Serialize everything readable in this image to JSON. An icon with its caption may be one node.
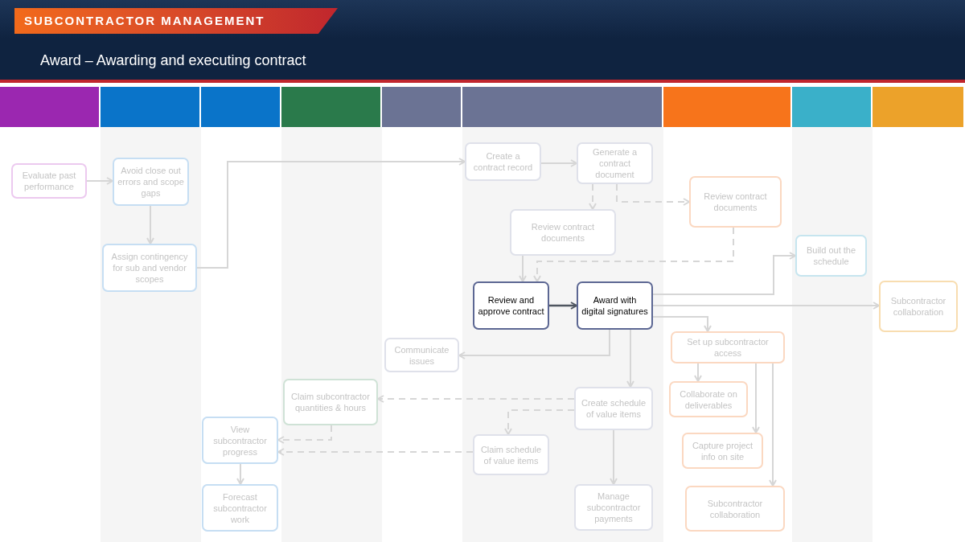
{
  "diagram": {
    "title": "Award – Awarding and executing contract",
    "nodes": [
      {
        "text": [
          "Evaluate past performance"
        ]
      },
      {
        "text": [
          "Avoid close out errors and scope gaps"
        ]
      },
      {
        "text": [
          "Assign contingency for sub and vendor scopes"
        ]
      },
      {
        "text": [
          "Create a contract record"
        ]
      },
      {
        "text": [
          "Generate a contract document"
        ]
      },
      {
        "text": [
          "Review contract documents"
        ]
      },
      {
        "text": [
          "Review contract documents"
        ]
      },
      {
        "text": [
          "Build out the schedule"
        ]
      },
      {
        "text": [
          "Review and approve contract"
        ]
      },
      {
        "text": [
          "Award with digital signatures"
        ]
      },
      {
        "text": [
          "Subcontractor collaboration"
        ]
      },
      {
        "text": [
          "Set up subcontractor access"
        ]
      },
      {
        "text": [
          "Communicate issues"
        ]
      },
      {
        "text": [
          "Collaborate on deliverables"
        ]
      },
      {
        "text": [
          "Claim subcontractor quantities & hours"
        ]
      },
      {
        "text": [
          "Create schedule of value items"
        ]
      },
      {
        "text": [
          "View subcontractor progress"
        ]
      },
      {
        "text": [
          "Claim schedule of value items"
        ]
      },
      {
        "text": [
          "Capture project info on site"
        ]
      },
      {
        "text": [
          "Forecast subcontractor work"
        ]
      },
      {
        "text": [
          "Manage subcontractor payments"
        ]
      },
      {
        "text": [
          "Subcontractor collaboration"
        ]
      }
    ],
    "edges": [
      {
        "from": 0,
        "to": 1,
        "arrow": "to"
      },
      {
        "from": 1,
        "to": 2,
        "arrow": "to"
      },
      {
        "from": 2,
        "to": 3,
        "arrow": "to"
      },
      {
        "from": 3,
        "to": 4,
        "arrow": "to"
      },
      {
        "from": 4,
        "to": 5,
        "arrow": "to",
        "style": "dashed"
      },
      {
        "from": 4,
        "to": 6,
        "arrow": "to",
        "style": "dashed"
      },
      {
        "from": 5,
        "to": 8,
        "arrow": "to"
      },
      {
        "from": 6,
        "to": 8,
        "arrow": "to",
        "style": "dashed"
      },
      {
        "from": 8,
        "to": 9,
        "arrow": "to",
        "color": "#4f5660"
      },
      {
        "from": 9,
        "to": 7,
        "arrow": "to"
      },
      {
        "from": 9,
        "to": 10,
        "arrow": "to"
      },
      {
        "from": 9,
        "to": 11,
        "arrow": "to"
      },
      {
        "from": 9,
        "to": 12,
        "arrow": "to"
      },
      {
        "from": 9,
        "to": 15,
        "arrow": "to"
      },
      {
        "from": 15,
        "to": 14,
        "arrow": "to",
        "style": "dashed"
      },
      {
        "from": 15,
        "to": 17,
        "arrow": "to",
        "style": "dashed"
      },
      {
        "from": 14,
        "to": 16,
        "arrow": "to",
        "style": "dashed"
      },
      {
        "from": 17,
        "to": 16,
        "arrow": "to",
        "style": "dashed"
      },
      {
        "from": 16,
        "to": 19,
        "arrow": "to"
      },
      {
        "from": 15,
        "to": 20,
        "arrow": "to"
      },
      {
        "from": 11,
        "to": 13,
        "arrow": "to"
      },
      {
        "from": 11,
        "to": 18,
        "arrow": "to"
      },
      {
        "from": 11,
        "to": 21,
        "arrow": "to"
      }
    ],
    "labels": [
      "SUBCONTRACTOR MANAGEMENT"
    ]
  }
}
